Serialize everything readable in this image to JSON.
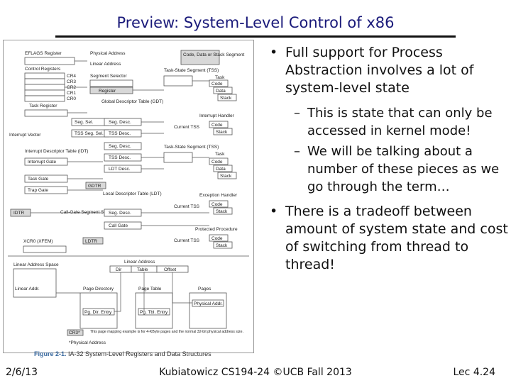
{
  "slide": {
    "title": "Preview: System-Level Control of x86",
    "bullets": [
      {
        "text": "Full support for Process Abstraction involves a lot of system-level state",
        "sub": [
          "This is state that can only be accessed in kernel mode!",
          "We will be talking about a number of these pieces as we go through the term…"
        ]
      },
      {
        "text": "There is a tradeoff between amount of system state and cost of switching from thread to thread!",
        "sub": []
      }
    ],
    "footer": {
      "date": "2/6/13",
      "center": "Kubiatowicz CS194-24 ©UCB Fall 2013",
      "page": "Lec 4.24"
    }
  },
  "figure": {
    "caption_num": "Figure 2-1.",
    "caption_text": "IA-32 System-Level Registers and Data Structures",
    "labels": {
      "eflags": "EFLAGS Register",
      "control_regs": "Control Registers",
      "cr4": "CR4",
      "cr3": "CR3",
      "cr2": "CR2",
      "cr1": "CR1",
      "cr0": "CR0",
      "task_register": "Task Register",
      "interrupt_vector": "Interrupt Vector",
      "idt": "Interrupt Descriptor Table (IDT)",
      "interrupt_gate": "Interrupt Gate",
      "task_gate": "Task Gate",
      "trap_gate": "Trap Gate",
      "idtr": "IDTR",
      "call_gate_selector": "Call-Gate Segment Selector",
      "xcr0": "XCR0 (XFEM)",
      "physical_address": "Physical Address",
      "linear_address": "Linear Address",
      "segment_selector": "Segment Selector",
      "register": "Register",
      "gdt": "Global Descriptor Table (GDT)",
      "seg_sel": "Seg. Sel.",
      "tss_seg_sel": "TSS Seg. Sel.",
      "seg_desc": "Seg. Desc.",
      "tss_desc": "TSS Desc.",
      "ldt_desc": "LDT Desc.",
      "gdtr": "GDTR",
      "ldt": "Local Descriptor Table (LDT)",
      "call_gate": "Call Gate",
      "ldtr": "LDTR",
      "code_data_stack": "Code, Data or Stack Segment",
      "task_state_segment": "Task-State Segment (TSS)",
      "task": "Task",
      "code": "Code",
      "data": "Data",
      "stack": "Stack",
      "interrupt_handler": "Interrupt Handler",
      "current_tss": "Current TSS",
      "exception_handler": "Exception Handler",
      "protected_procedure": "Protected Procedure",
      "linear_address_space": "Linear Address Space",
      "linear_addr": "Linear Addr.",
      "dir": "Dir",
      "table": "Table",
      "offset": "Offset",
      "page_directory": "Page Directory",
      "page_table": "Page Table",
      "pages": "Pages",
      "pg_dir_entry": "Pg. Dir. Entry",
      "pg_tbl_entry": "Pg. Tbl. Entry",
      "physical_addr": "Physical Addr.",
      "cr3_star": "CR3*",
      "paging_note": "This page mapping example is for 4-KByte pages and the normal 32-bit physical address size.",
      "phys_note": "*Physical Address"
    }
  }
}
